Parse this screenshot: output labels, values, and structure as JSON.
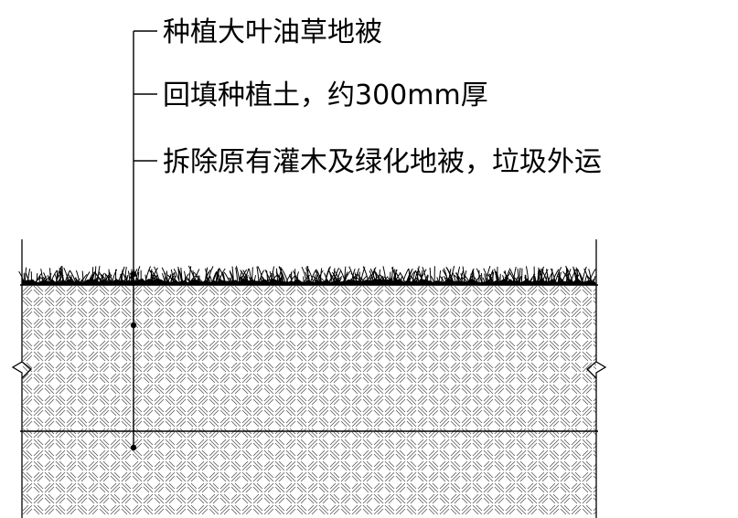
{
  "leader_labels": {
    "layer_1": "种植大叶油草地被",
    "layer_2": "回填种植土，约300mm厚",
    "layer_3": "拆除原有灌木及绿化地被，垃圾外运"
  },
  "colors": {
    "ink": "#000000",
    "hatch": "#444444",
    "background": "#ffffff"
  }
}
